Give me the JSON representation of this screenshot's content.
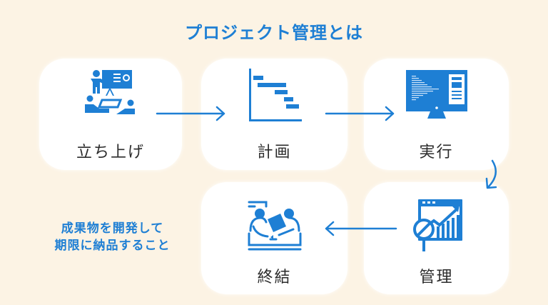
{
  "title": "プロジェクト管理とは",
  "phases": [
    {
      "label": "立ち上げ",
      "icon": "presentation-meeting-icon"
    },
    {
      "label": "計画",
      "icon": "gantt-chart-icon"
    },
    {
      "label": "実行",
      "icon": "computer-monitor-icon"
    },
    {
      "label": "管理",
      "icon": "analytics-magnifier-icon"
    },
    {
      "label": "終結",
      "icon": "handover-meeting-icon"
    }
  ],
  "note": {
    "line1": "成果物を開発して",
    "line2": "期限に納品すること"
  },
  "colors": {
    "accent": "#1e7fd4",
    "background": "#fcf3e4",
    "card": "#ffffff",
    "label": "#2b2b2b"
  }
}
